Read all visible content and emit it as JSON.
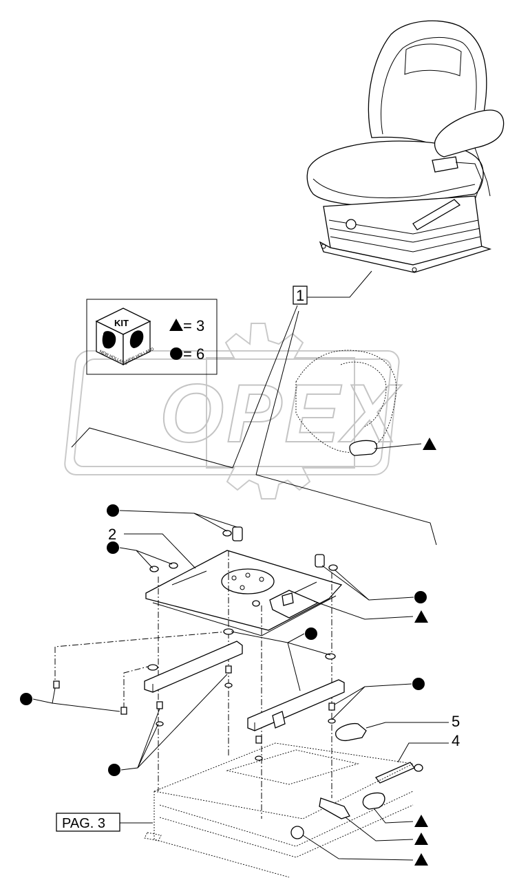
{
  "callouts": {
    "item_1": "1",
    "item_2": "2",
    "item_4": "4",
    "item_5": "5",
    "page_ref": "PAG. 3"
  },
  "kit_legend": {
    "kit_label": "KIT",
    "brand_text": "NEW HOLLAND",
    "triangle_eq": "= 3",
    "circle_eq": "= 6"
  },
  "watermark": {
    "text": "OPEX"
  },
  "symbols": {
    "circle_meaning": "kit 6",
    "triangle_meaning": "kit 3"
  }
}
